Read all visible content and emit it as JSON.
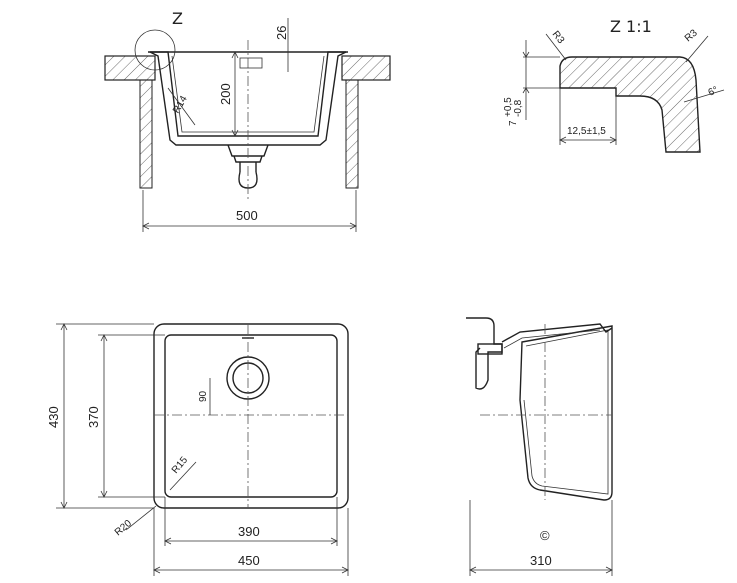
{
  "detail_views": {
    "front_section": {
      "width_label": "500",
      "depth_label": "200",
      "rim_label": "26",
      "radius_label": "R14",
      "detail_marker": "Z"
    },
    "detail_z": {
      "title": "Z 1:1",
      "radius_left": "R3",
      "radius_right": "R3",
      "angle": "6°",
      "offset_label": "12,5±1,5",
      "thickness_main": "7",
      "thickness_tol_upper": "+0,5",
      "thickness_tol_lower": "-0,8"
    },
    "top_view": {
      "outer_width": "450",
      "inner_width": "390",
      "outer_depth": "430",
      "inner_depth": "370",
      "drain_offset": "90",
      "inner_radius": "R15",
      "outer_radius": "R20"
    },
    "side_view": {
      "depth_label": "310",
      "copyright_symbol": "©"
    }
  },
  "colors": {
    "line": "#222222",
    "background": "#ffffff"
  }
}
